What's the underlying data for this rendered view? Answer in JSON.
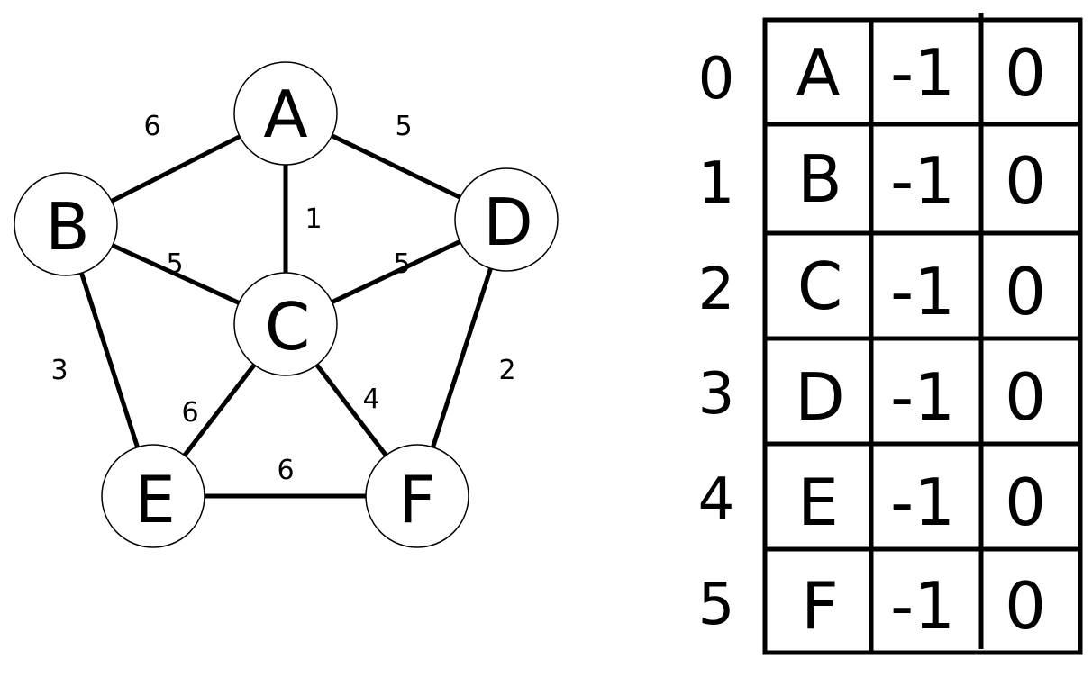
{
  "graph": {
    "nodes": [
      {
        "id": "A",
        "label": "A"
      },
      {
        "id": "B",
        "label": "B"
      },
      {
        "id": "C",
        "label": "C"
      },
      {
        "id": "D",
        "label": "D"
      },
      {
        "id": "E",
        "label": "E"
      },
      {
        "id": "F",
        "label": "F"
      }
    ],
    "edges": [
      {
        "from": "A",
        "to": "B",
        "weight": "6"
      },
      {
        "from": "A",
        "to": "D",
        "weight": "5"
      },
      {
        "from": "A",
        "to": "C",
        "weight": "1"
      },
      {
        "from": "B",
        "to": "C",
        "weight": "5"
      },
      {
        "from": "C",
        "to": "D",
        "weight": "5"
      },
      {
        "from": "B",
        "to": "E",
        "weight": "3"
      },
      {
        "from": "C",
        "to": "E",
        "weight": "6"
      },
      {
        "from": "C",
        "to": "F",
        "weight": "4"
      },
      {
        "from": "D",
        "to": "F",
        "weight": "2"
      },
      {
        "from": "E",
        "to": "F",
        "weight": "6"
      }
    ]
  },
  "table": {
    "rows": [
      {
        "index": "0",
        "vertex": "A",
        "parent": "-1",
        "value": "0"
      },
      {
        "index": "1",
        "vertex": "B",
        "parent": "-1",
        "value": "0"
      },
      {
        "index": "2",
        "vertex": "C",
        "parent": "-1",
        "value": "0"
      },
      {
        "index": "3",
        "vertex": "D",
        "parent": "-1",
        "value": "0"
      },
      {
        "index": "4",
        "vertex": "E",
        "parent": "-1",
        "value": "0"
      },
      {
        "index": "5",
        "vertex": "F",
        "parent": "-1",
        "value": "0"
      }
    ]
  }
}
